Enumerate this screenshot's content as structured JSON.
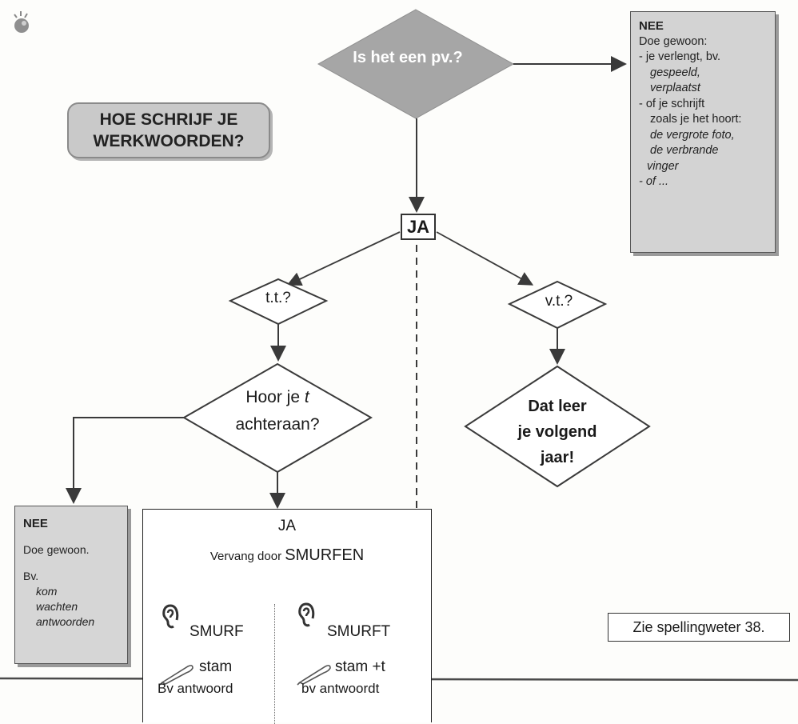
{
  "title": "HOE SCHRIJF JE WERKWOORDEN?",
  "pv_question": "Is het een pv.?",
  "nee_top": {
    "heading": "NEE",
    "lines": [
      {
        "text": "Doe gewoon:",
        "style": "normal"
      },
      {
        "text": "- je verlengt, bv.",
        "style": "normal"
      },
      {
        "text": "gespeeld,",
        "style": "italic-indent"
      },
      {
        "text": "verplaatst",
        "style": "italic-indent"
      },
      {
        "text": "- of je schrijft",
        "style": "normal"
      },
      {
        "text": "zoals je het hoort:",
        "style": "normal-indent"
      },
      {
        "text": "de vergrote foto,",
        "style": "italic-indent"
      },
      {
        "text": "de verbrande",
        "style": "italic-indent"
      },
      {
        "text": "vinger",
        "style": "italic-indent2"
      },
      {
        "text": "- of ...",
        "style": "italic-mix"
      }
    ]
  },
  "ja_label": "JA",
  "tt_question": "t.t.?",
  "vt_question": "v.t.?",
  "hoor": {
    "line1_prefix": "Hoor je ",
    "line1_italic": "t",
    "line2": "achteraan?"
  },
  "dat_leer": [
    "Dat leer",
    "je volgend",
    "jaar!"
  ],
  "nee_left": {
    "heading": "NEE",
    "text": "Doe gewoon.",
    "bv": "Bv.",
    "examples": [
      "kom",
      "wachten",
      "antwoorden"
    ]
  },
  "ja_panel": {
    "title": "JA",
    "subtitle_prefix": "Vervang door ",
    "subtitle_big": "SMURFEN",
    "left_hear": "SMURF",
    "right_hear": "SMURFT",
    "left_write": "stam",
    "right_write": "stam +t",
    "left_example": "Bv antwoord",
    "right_example": "bv antwoordt"
  },
  "reference": "Zie spellingweter 38.",
  "colors": {
    "pv_diamond": "#a6a6a6",
    "nee_box": "#d3d3d3",
    "title_box": "#c9c9c9",
    "line": "#3a3a3a"
  },
  "icons": [
    "ear-icon",
    "pen-icon",
    "mascot-icon"
  ]
}
